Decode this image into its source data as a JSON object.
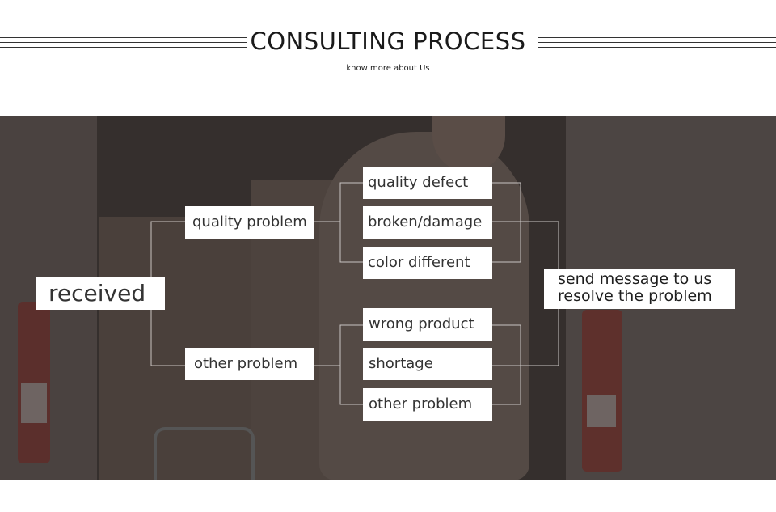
{
  "header": {
    "title": "CONSULTING PROCESS",
    "subtitle": "know more about Us"
  },
  "flow": {
    "start": "received",
    "branches": [
      {
        "label": "quality problem",
        "items": [
          "quality defect",
          "broken/damage",
          "color different"
        ]
      },
      {
        "label": "other problem",
        "items": [
          "wrong product",
          "shortage",
          "other problem"
        ]
      }
    ],
    "result_line1": "send message to us",
    "result_line2": "resolve the problem"
  },
  "colors": {
    "overlay": "#3f3836",
    "box": "#ffffff",
    "connector": "#c9c4c2",
    "text": "#333333"
  }
}
